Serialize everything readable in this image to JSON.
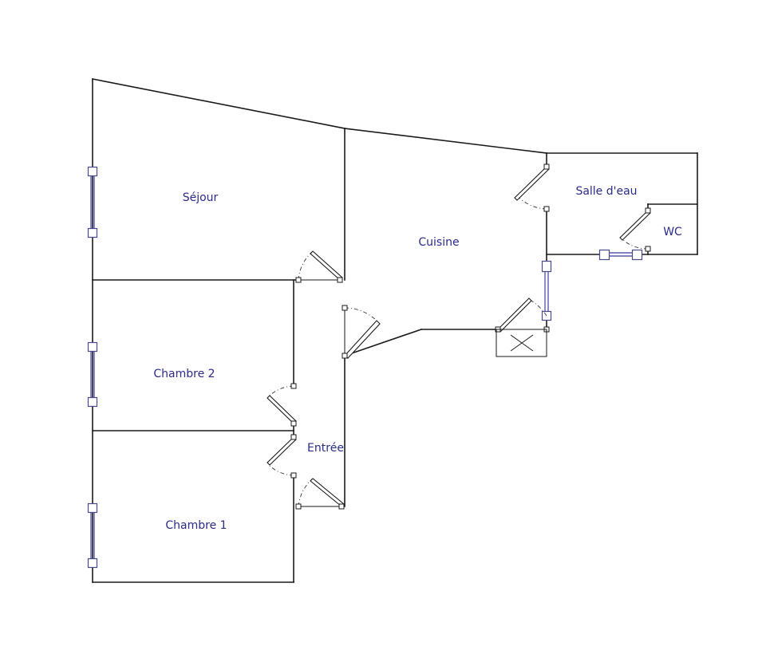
{
  "rooms": {
    "sejour": "Séjour",
    "cuisine": "Cuisine",
    "salle_deau": "Salle d'eau",
    "wc": "WC",
    "chambre2": "Chambre 2",
    "entree": "Entrée",
    "chambre1": "Chambre 1"
  },
  "colors": {
    "wall": "#1a1a1a",
    "window": "#5a5ab0",
    "label": "#2b2b8a"
  },
  "icons": {
    "window": "window-icon",
    "door": "door-swing-icon",
    "sink_unit": "crossed-box-icon"
  }
}
